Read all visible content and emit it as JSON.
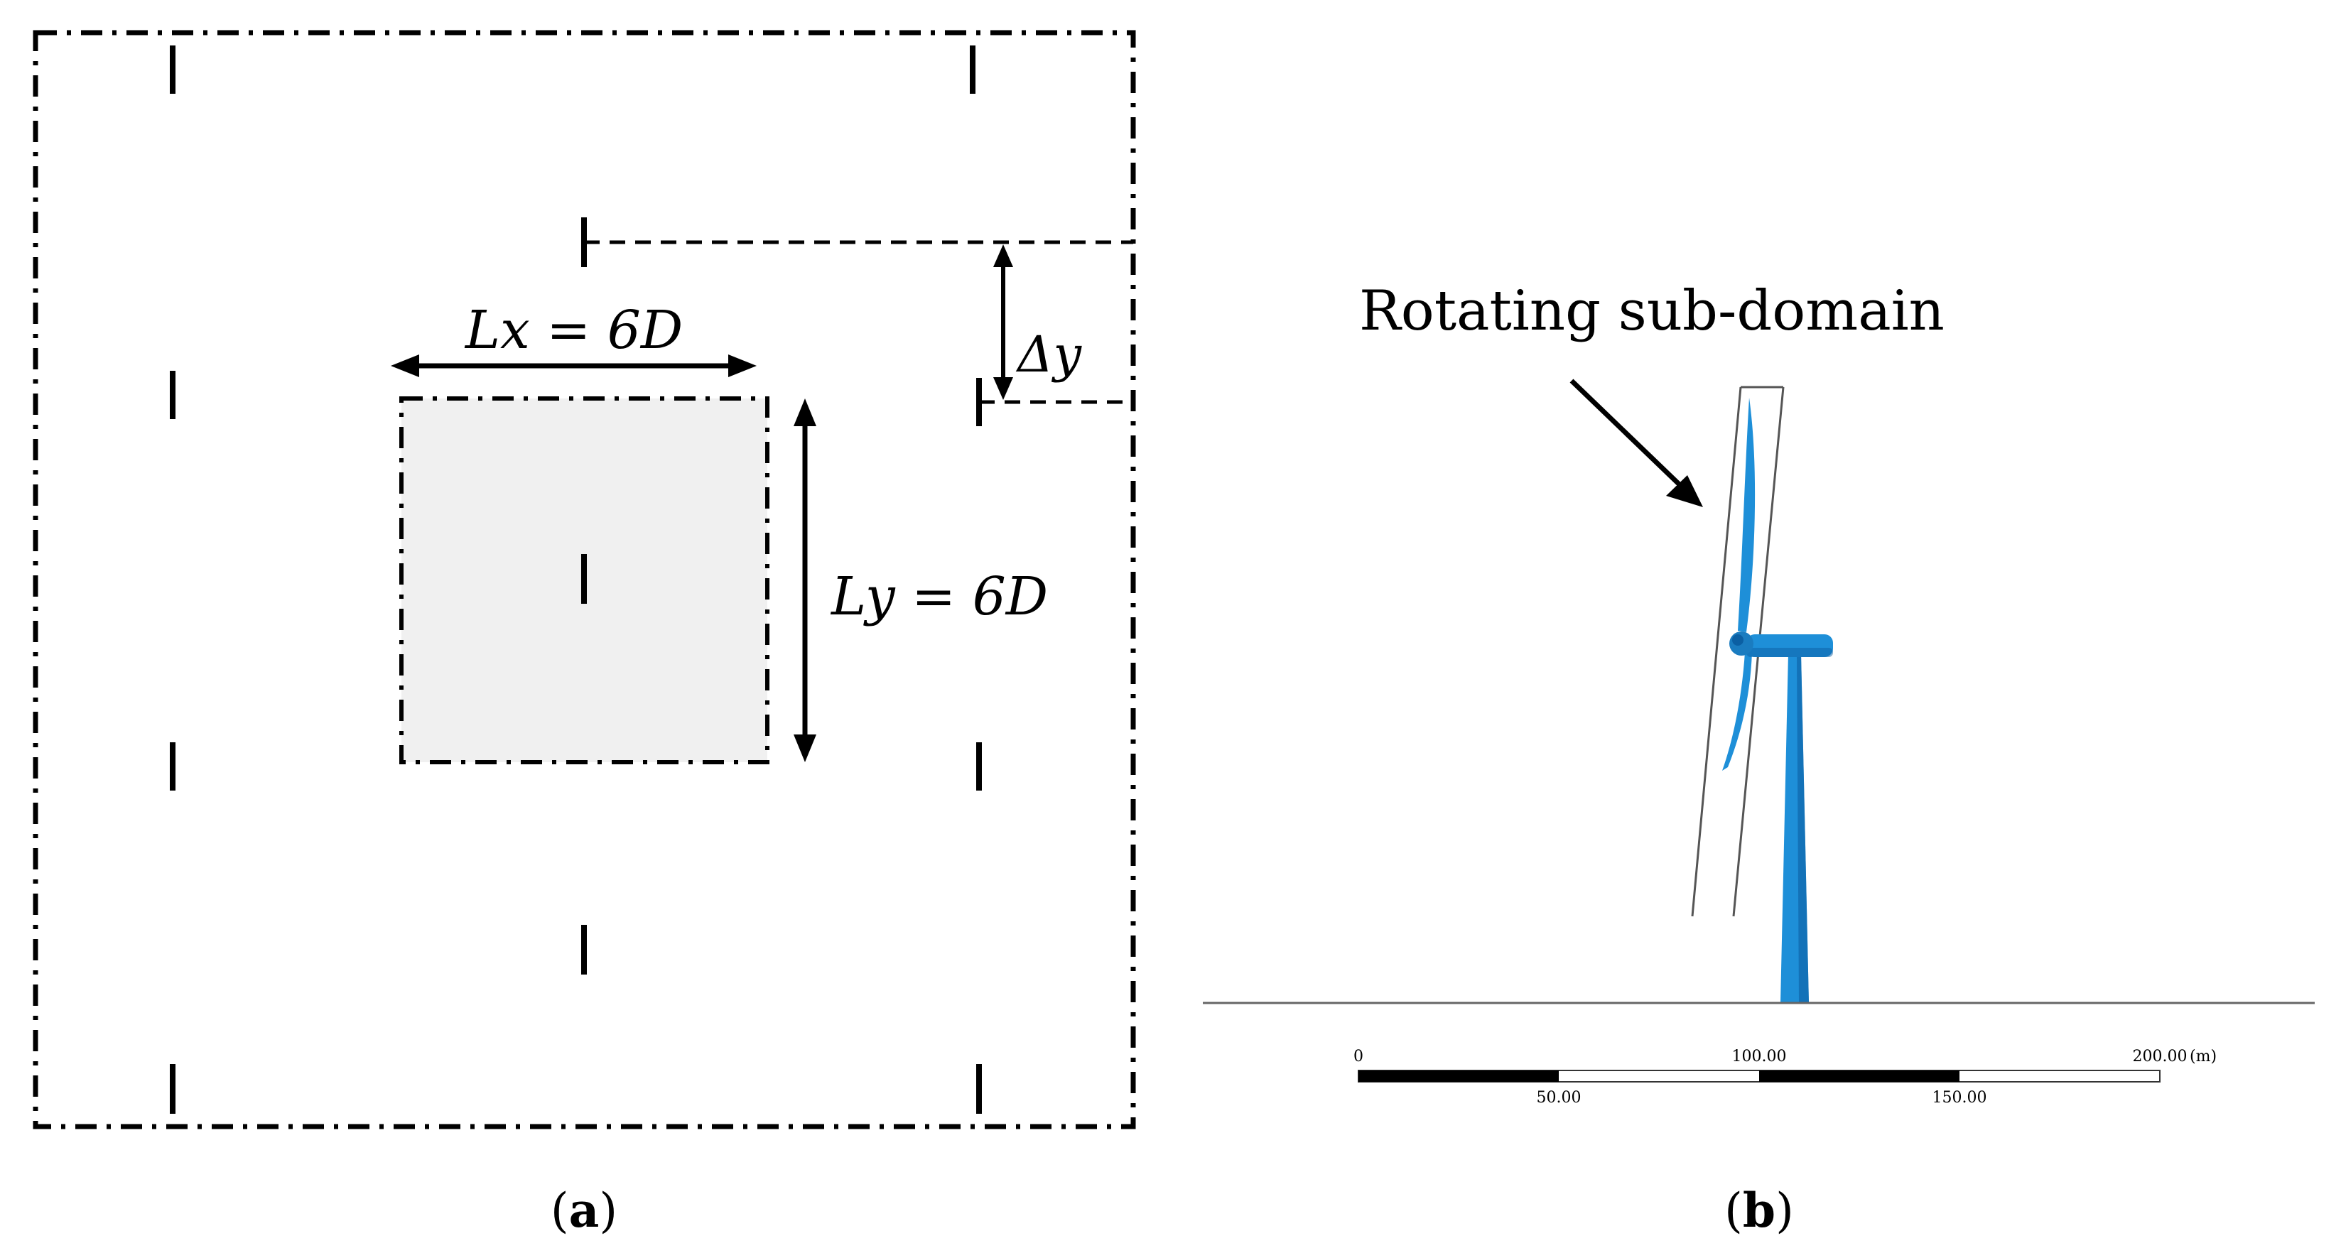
{
  "panel_a": {
    "label_open": "(",
    "label_letter": "a",
    "label_close": ")",
    "lx_label": "Lx = 6D",
    "ly_label": "Ly = 6D",
    "dy_label": "Δy",
    "colors": {
      "line": "#000000",
      "region_fill": "#f0f0f0"
    }
  },
  "panel_b": {
    "label_open": "(",
    "label_letter": "b",
    "label_close": ")",
    "annotation": "Rotating sub-domain",
    "scale_bar": {
      "top_labels": [
        "0",
        "100.00",
        "200.00",
        "(m)"
      ],
      "bottom_labels": [
        "50.00",
        "150.00"
      ]
    },
    "colors": {
      "turbine": "#1e8fd8",
      "turbine_dark": "#0b5fa3",
      "ground": "#666666"
    }
  }
}
